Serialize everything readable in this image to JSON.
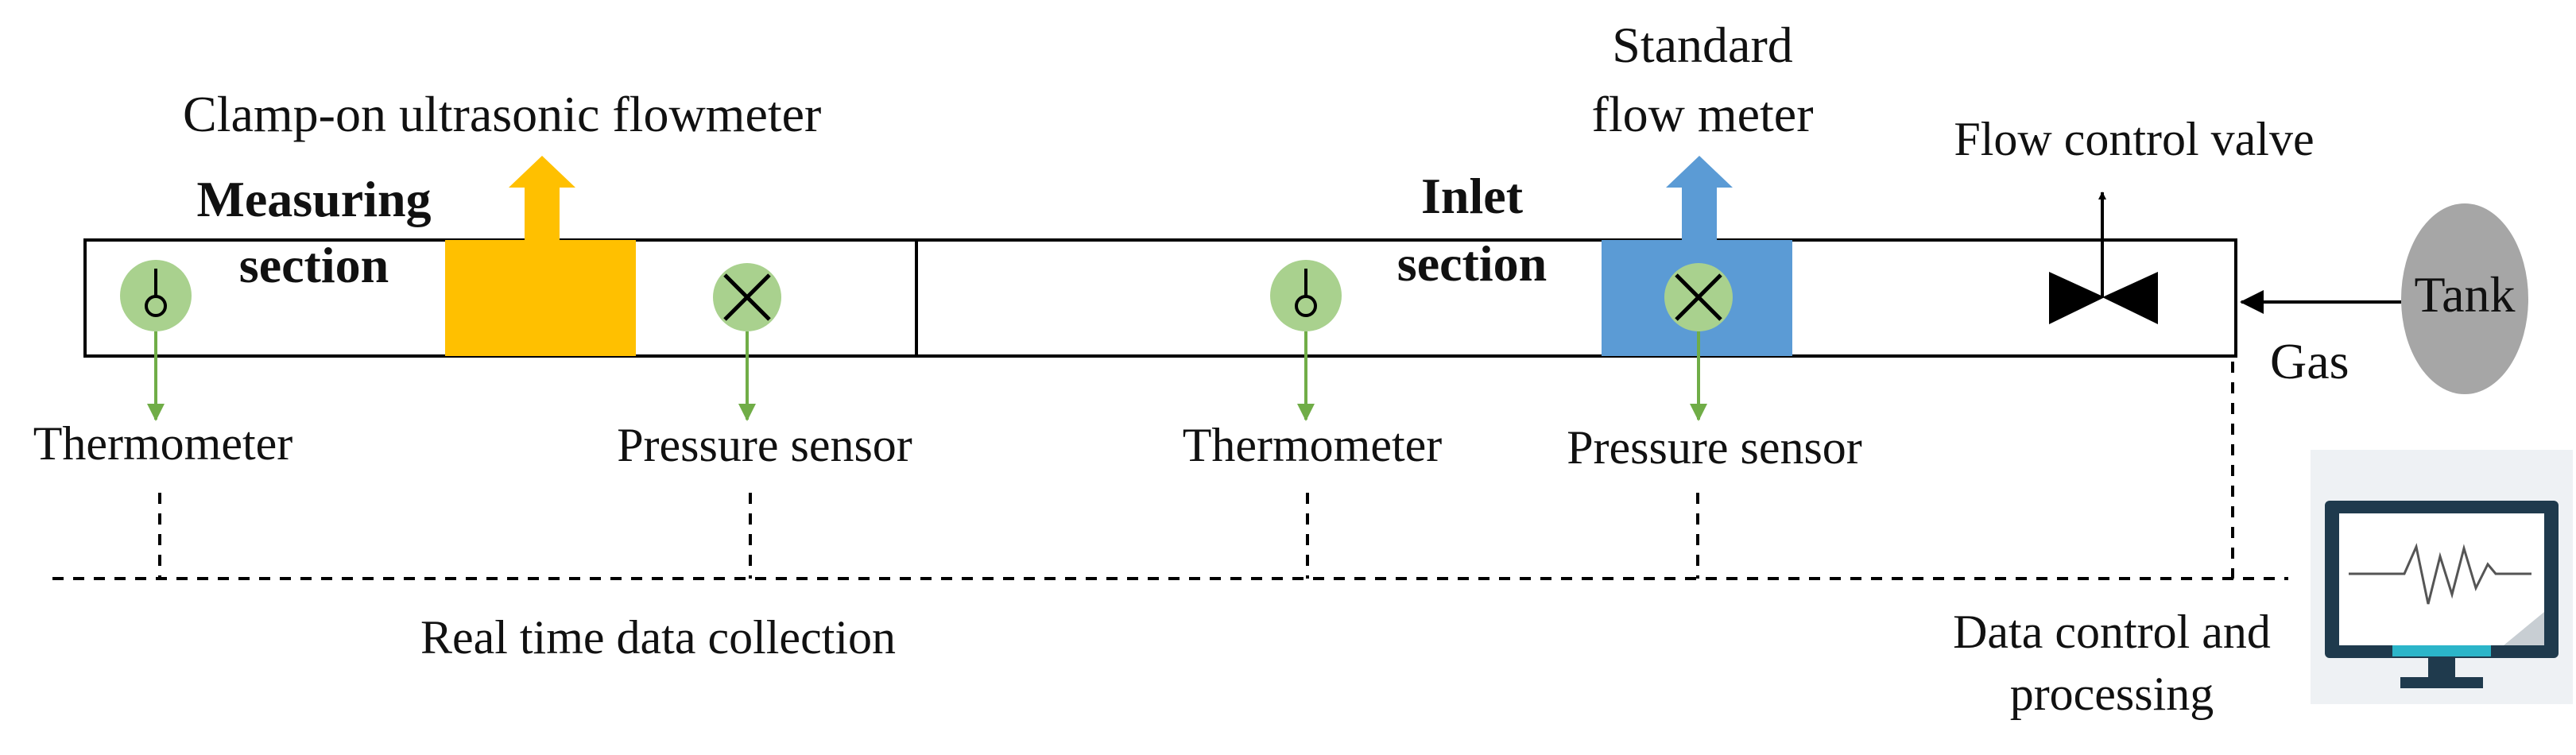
{
  "labels": {
    "clamp_on_flowmeter": "Clamp-on ultrasonic flowmeter",
    "measuring_section_line1": "Measuring",
    "measuring_section_line2": "section",
    "inlet_section_line1": "Inlet",
    "inlet_section_line2": "section",
    "standard_flow_meter_line1": "Standard",
    "standard_flow_meter_line2": "flow meter",
    "flow_control_valve": "Flow control valve",
    "tank": "Tank",
    "gas": "Gas",
    "thermometer_1": "Thermometer",
    "pressure_sensor_1": "Pressure sensor",
    "thermometer_2": "Thermometer",
    "pressure_sensor_2": "Pressure sensor",
    "real_time_data_collection": "Real time data collection",
    "data_control_line1": "Data control and",
    "data_control_line2": "processing"
  },
  "icons": {
    "thermometer": "thermometer-icon",
    "pressure_sensor": "pressure-sensor-icon",
    "valve": "valve-icon",
    "tank": "tank-icon",
    "computer": "monitor-icon"
  },
  "colors": {
    "clamp_on_flowmeter": "#FFC000",
    "standard_flow_meter": "#5B9BD5",
    "sensor_fill": "#A9D18E",
    "sensor_arrow": "#70AD47",
    "tank": "#A6A6A6"
  }
}
